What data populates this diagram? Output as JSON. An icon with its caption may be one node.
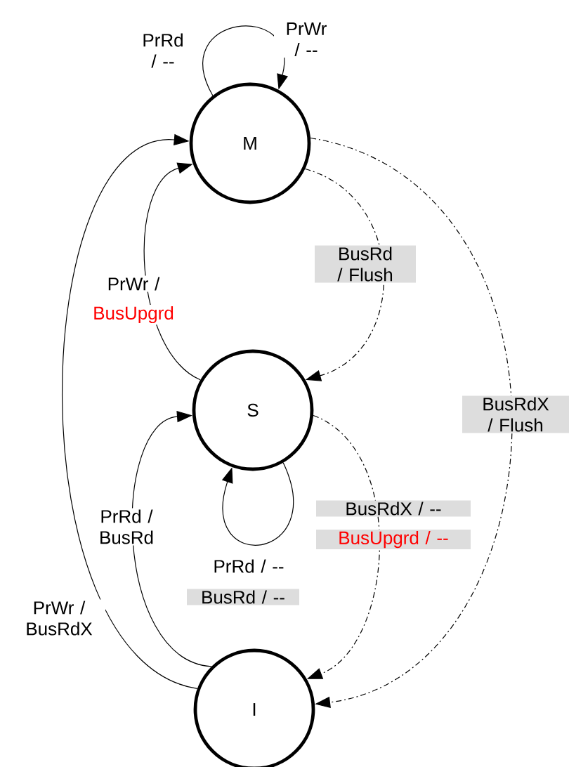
{
  "diagram": {
    "nodes": [
      {
        "text": [
          "M"
        ]
      },
      {
        "text": [
          "S"
        ]
      },
      {
        "text": [
          "I"
        ]
      }
    ],
    "edges": [
      {
        "from": 0,
        "to": 0,
        "arrow": "to",
        "label": "PrRd / --"
      },
      {
        "from": 1,
        "to": 0,
        "arrow": "to",
        "label": "PrWr /"
      },
      {
        "from": 2,
        "to": 0,
        "arrow": "to",
        "label": "PrWr / BusRdX"
      },
      {
        "from": 0,
        "to": 1,
        "arrow": "to",
        "style": "dashed",
        "label": "BusRd / Flush"
      },
      {
        "from": 0,
        "to": 2,
        "arrow": "to",
        "style": "dashed",
        "label": "BusRdX / Flush"
      },
      {
        "from": 2,
        "to": 1,
        "arrow": "to",
        "label": "PrRd / BusRd"
      },
      {
        "from": 1,
        "to": 1,
        "arrow": "to",
        "label": "PrRd / --"
      },
      {
        "from": 1,
        "to": 2,
        "arrow": "to",
        "style": "dashed",
        "label": "BusRdX / --"
      }
    ],
    "labels": [
      "PrWr / --",
      "BusUpgrd",
      "BusRd / --",
      "BusUpgrd / --"
    ]
  }
}
